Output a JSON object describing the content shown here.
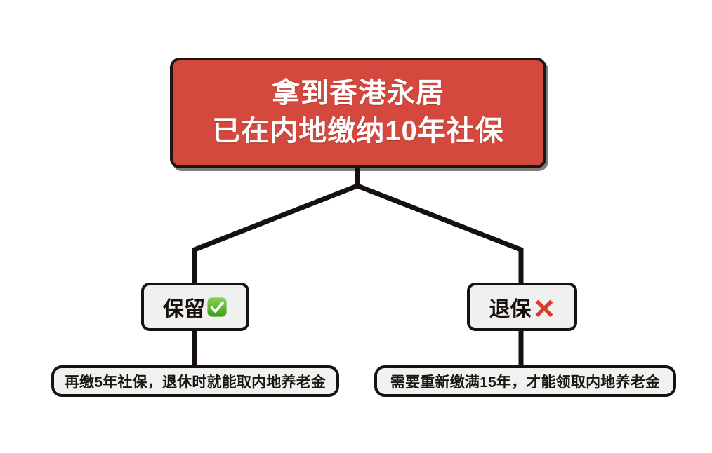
{
  "diagram": {
    "type": "flowchart",
    "background_color": "#ffffff",
    "title_node": {
      "line1": "拿到香港永居",
      "line2": "已在内地缴纳10年社保",
      "fill_color": "#d4483d",
      "text_color": "#ffffff",
      "border_color": "#1b1613"
    },
    "branches": [
      {
        "id": "keep",
        "label": "保留",
        "icon": "white-heavy-check-mark-icon",
        "icon_color": "#5cb531",
        "fill_color": "#f0f0ee",
        "outcome": "再缴5年社保，退休时就能取内地养老金"
      },
      {
        "id": "quit",
        "label": "退保",
        "icon": "cross-mark-icon",
        "icon_color": "#d63c2c",
        "fill_color": "#f1f1ef",
        "outcome": "需要重新缴满15年，才能领取内地养老金"
      }
    ],
    "connector_color": "#16110e"
  }
}
